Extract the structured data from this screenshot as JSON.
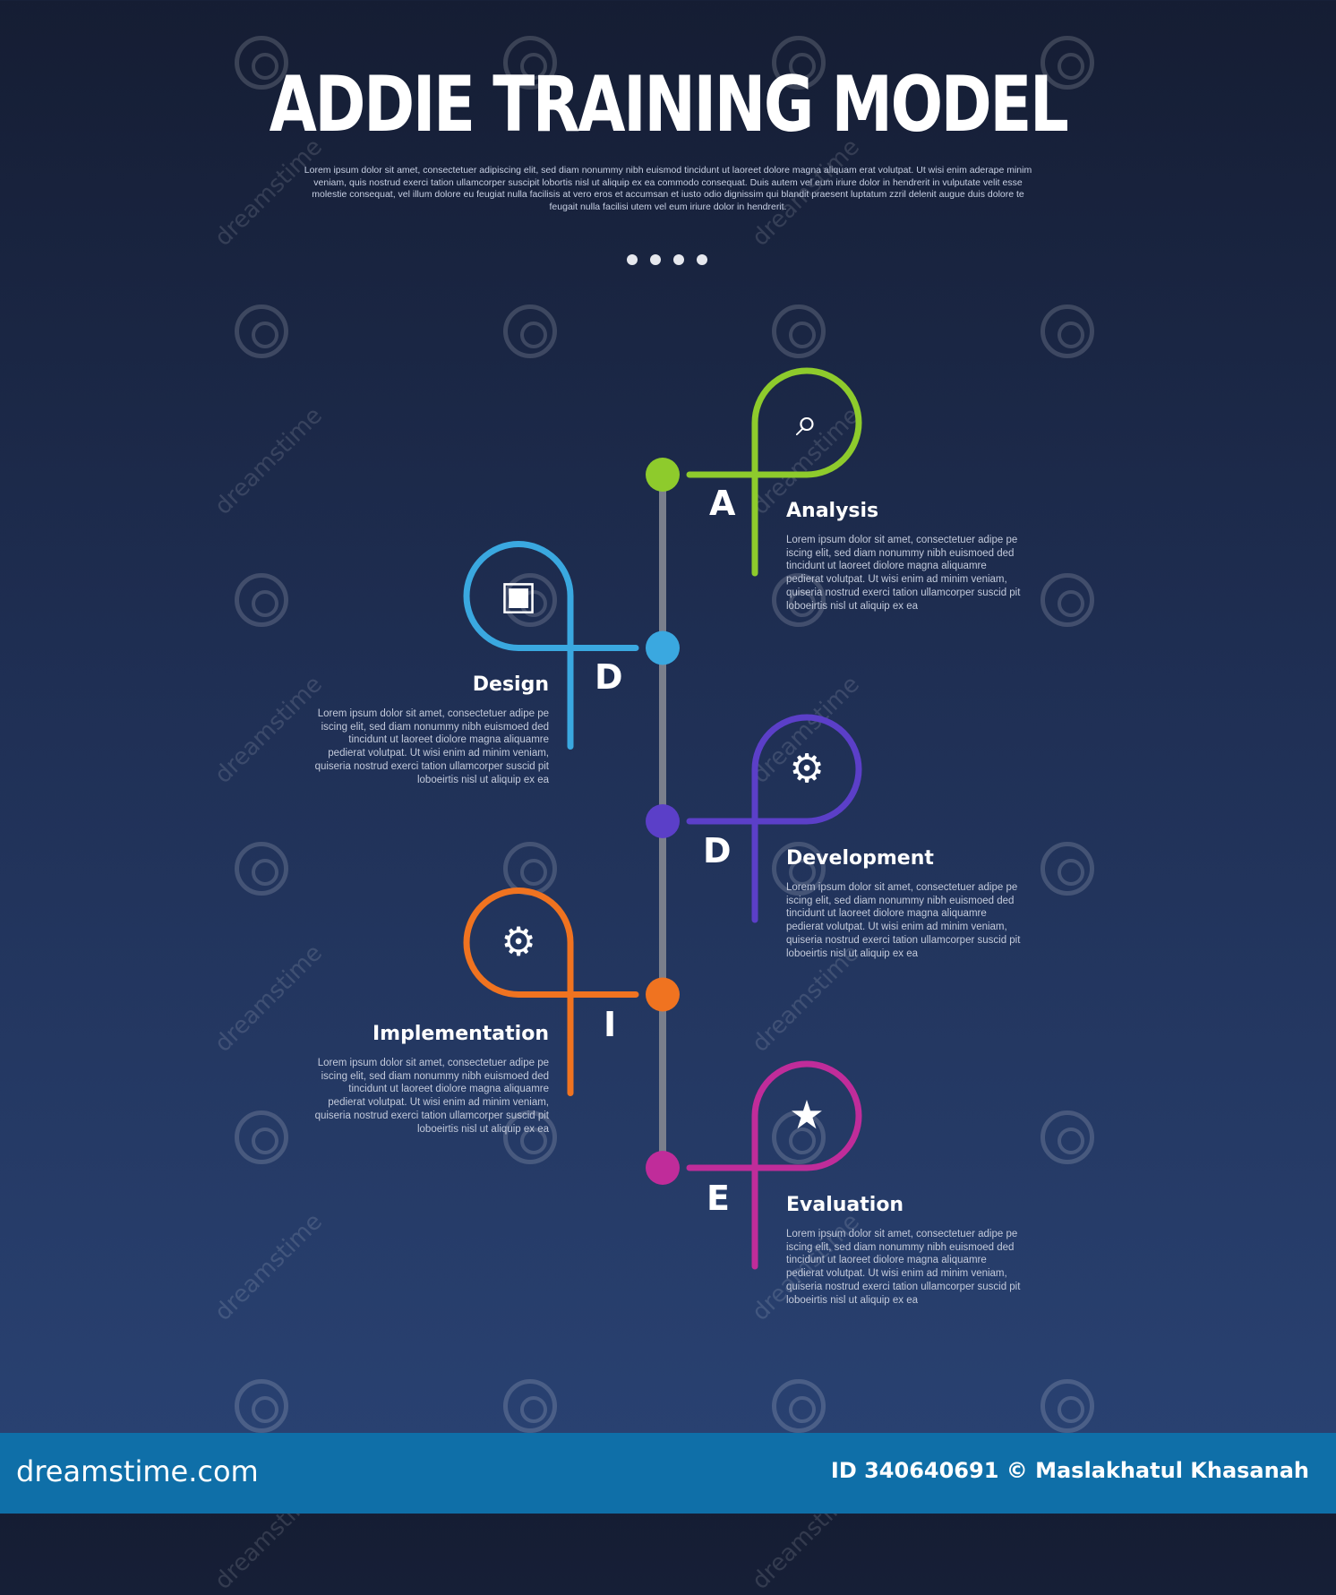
{
  "title": "ADDIE TRAINING MODEL",
  "intro": "Lorem ipsum dolor sit amet, consectetuer adipiscing elit, sed diam nonummy nibh euismod tincidunt ut laoreet dolore magna aliquam erat volutpat. Ut wisi enim aderape minim veniam, quis nostrud exerci tation ullamcorper suscipit lobortis nisl ut aliquip ex ea commodo consequat. Duis autem vel eum iriure dolor in hendrerit in vulputate velit esse molestie consequat, vel illum dolore eu feugiat nulla facilisis at vero eros et accumsan et iusto odio dignissim qui blandit praesent luptatum zzril delenit augue duis dolore te feugait nulla facilisi utem vel eum iriure dolor in hendrerit.",
  "stages": [
    {
      "letter": "A",
      "title": "Analysis",
      "color": "#8ecb2c",
      "icon": "magnifier-pulse-icon",
      "side": "right",
      "desc": "Lorem ipsum dolor sit amet, consectetuer adipe pe iscing elit, sed diam nonummy nibh euismoed ded tincidunt ut laoreet diolore magna aliquamre pedierat volutpat. Ut wisi enim ad minim veniam, quiseria nostrud exerci tation ullamcorper suscid pit loboeirtis nisl ut aliquip ex ea"
    },
    {
      "letter": "D",
      "title": "Design",
      "color": "#3aa8e0",
      "icon": "cube-ruler-pencil-icon",
      "side": "left",
      "desc": "Lorem ipsum dolor sit amet, consectetuer adipe pe iscing elit, sed diam nonummy nibh euismoed ded tincidunt ut laoreet diolore magna aliquamre pedierat volutpat. Ut wisi enim ad minim veniam, quiseria nostrud exerci tation ullamcorper suscid pit loboeirtis nisl ut aliquip ex ea"
    },
    {
      "letter": "D",
      "title": "Development",
      "color": "#5b3fc8",
      "icon": "gear-refresh-icon",
      "side": "right",
      "desc": "Lorem ipsum dolor sit amet, consectetuer adipe pe iscing elit, sed diam nonummy nibh euismoed ded tincidunt ut laoreet diolore magna aliquamre pedierat volutpat. Ut wisi enim ad minim veniam, quiseria nostrud exerci tation ullamcorper suscid pit loboeirtis nisl ut aliquip ex ea"
    },
    {
      "letter": "I",
      "title": "Implementation",
      "color": "#f07320",
      "icon": "bulb-gear-icon",
      "side": "left",
      "desc": "Lorem ipsum dolor sit amet, consectetuer adipe pe iscing elit, sed diam nonummy nibh euismoed ded tincidunt ut laoreet diolore magna aliquamre pedierat volutpat. Ut wisi enim ad minim veniam, quiseria nostrud exerci tation ullamcorper suscid pit loboeirtis nisl ut aliquip ex ea"
    },
    {
      "letter": "E",
      "title": "Evaluation",
      "color": "#c02c9a",
      "icon": "stars-gear-icon",
      "side": "right",
      "desc": "Lorem ipsum dolor sit amet, consectetuer adipe pe iscing elit, sed diam nonummy nibh euismoed ded tincidunt ut laoreet diolore magna aliquamre pedierat volutpat. Ut wisi enim ad minim veniam, quiseria nostrud exerci tation ullamcorper suscid pit loboeirtis nisl ut aliquip ex ea"
    }
  ],
  "watermark": {
    "site": "dreamstime.com",
    "credit": "ID 340640691 © Maslakhatul Khasanah",
    "tile_text": "dreamstime"
  }
}
